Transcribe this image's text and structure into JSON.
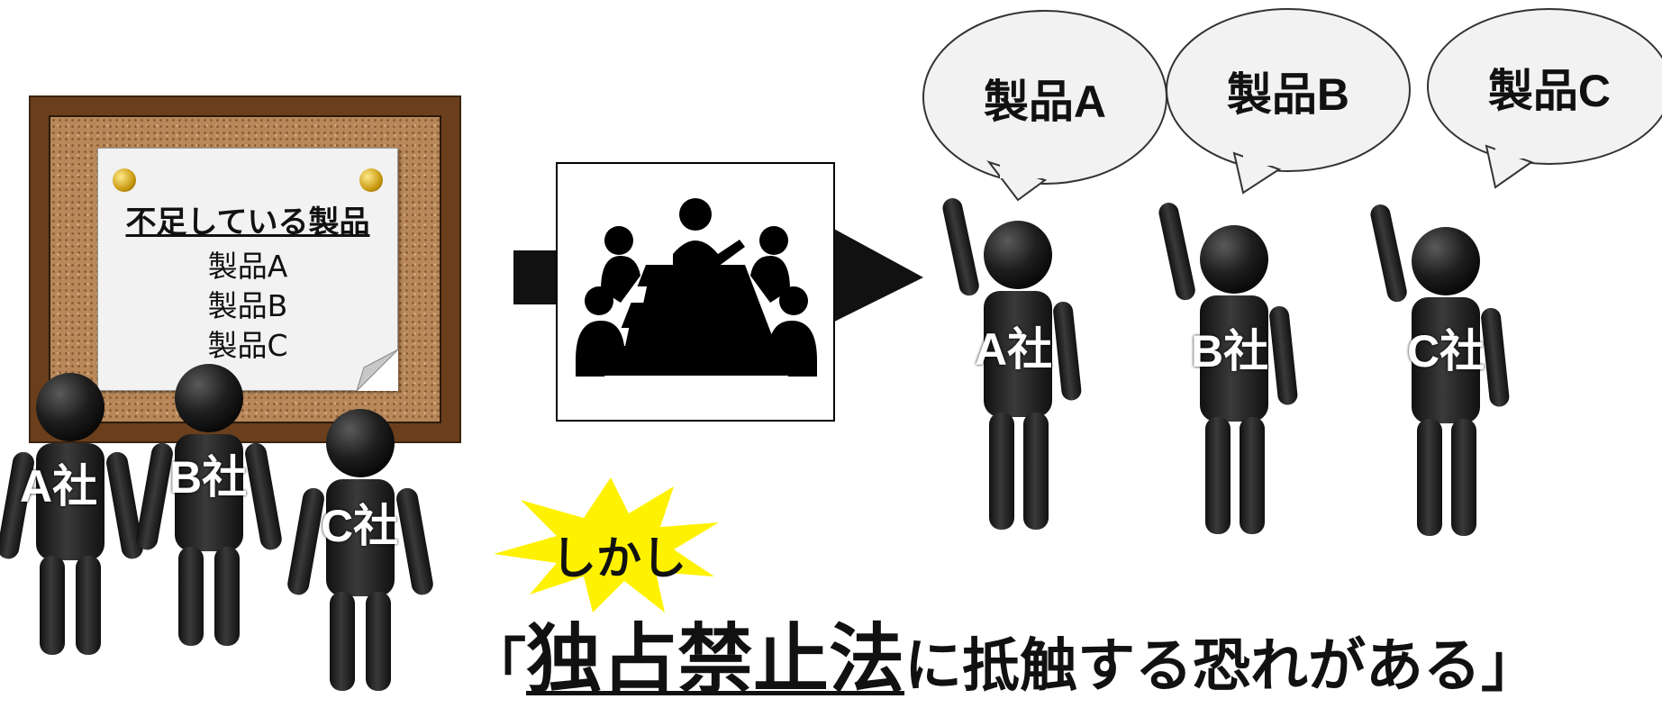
{
  "notice": {
    "title": "不足している製品",
    "items": [
      "製品A",
      "製品B",
      "製品C"
    ]
  },
  "left_figures": [
    "A社",
    "B社",
    "C社"
  ],
  "right_figures": [
    "A社",
    "B社",
    "C社"
  ],
  "bubbles": [
    "製品A",
    "製品B",
    "製品C"
  ],
  "burst_text": "しかし",
  "conclusion": {
    "open_bracket": "「",
    "emphasis": "独占禁止法",
    "rest": "に抵触する恐れがある",
    "close_bracket": "」"
  },
  "colors": {
    "burst": "#fff200",
    "figure": "#1a1a1a",
    "board_frame": "#6b3f1c",
    "cork": "#b8885a"
  }
}
